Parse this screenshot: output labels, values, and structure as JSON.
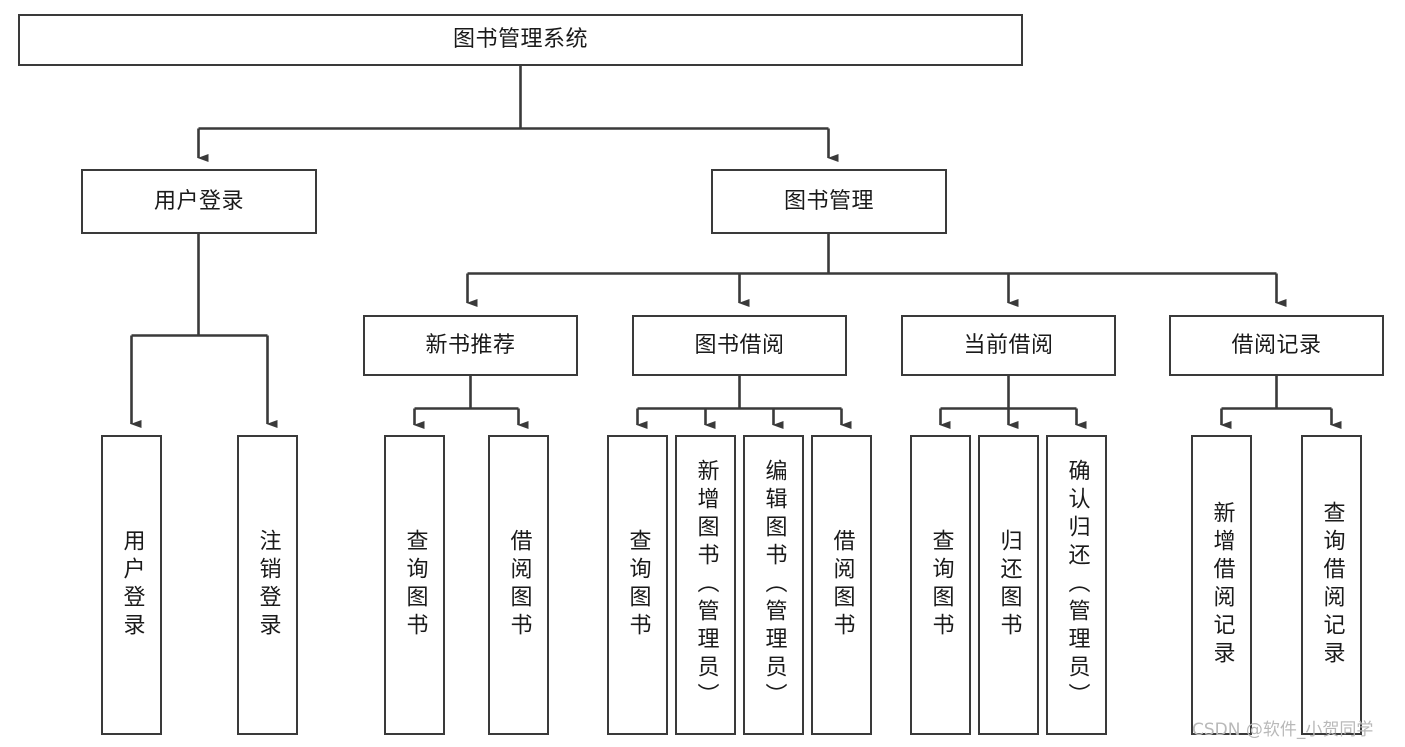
{
  "diagram": {
    "type": "tree",
    "title": "图书管理系统",
    "style": {
      "box_border_color": "#3a3a3a",
      "box_fill": "#ffffff",
      "connector_color": "#3a3a3a",
      "text_color": "#1a1a1a",
      "background": "#ffffff"
    },
    "levels": [
      {
        "level": 1,
        "nodes": [
          {
            "id": "root",
            "label": "图书管理系统",
            "orientation": "horizontal"
          }
        ]
      },
      {
        "level": 2,
        "nodes": [
          {
            "id": "user-login",
            "label": "用户登录",
            "orientation": "horizontal",
            "parent": "root"
          },
          {
            "id": "book-mgmt",
            "label": "图书管理",
            "orientation": "horizontal",
            "parent": "root"
          }
        ]
      },
      {
        "level": 3,
        "nodes": [
          {
            "id": "new-book-rec",
            "label": "新书推荐",
            "orientation": "horizontal",
            "parent": "book-mgmt"
          },
          {
            "id": "book-borrow",
            "label": "图书借阅",
            "orientation": "horizontal",
            "parent": "book-mgmt"
          },
          {
            "id": "current-borrow",
            "label": "当前借阅",
            "orientation": "horizontal",
            "parent": "book-mgmt"
          },
          {
            "id": "borrow-record",
            "label": "借阅记录",
            "orientation": "horizontal",
            "parent": "book-mgmt"
          }
        ]
      },
      {
        "level": 4,
        "nodes": [
          {
            "id": "leaf-user-login",
            "label": "用户登录",
            "orientation": "vertical",
            "parent": "user-login"
          },
          {
            "id": "leaf-logout",
            "label": "注销登录",
            "orientation": "vertical",
            "parent": "user-login"
          },
          {
            "id": "leaf-query-book-1",
            "label": "查询图书",
            "orientation": "vertical",
            "parent": "new-book-rec"
          },
          {
            "id": "leaf-borrow-book-1",
            "label": "借阅图书",
            "orientation": "vertical",
            "parent": "new-book-rec"
          },
          {
            "id": "leaf-query-book-2",
            "label": "查询图书",
            "orientation": "vertical",
            "parent": "book-borrow"
          },
          {
            "id": "leaf-add-book",
            "label": "新增图书（管理员）",
            "orientation": "vertical",
            "parent": "book-borrow"
          },
          {
            "id": "leaf-edit-book",
            "label": "编辑图书（管理员）",
            "orientation": "vertical",
            "parent": "book-borrow"
          },
          {
            "id": "leaf-borrow-book-2",
            "label": "借阅图书",
            "orientation": "vertical",
            "parent": "book-borrow"
          },
          {
            "id": "leaf-query-book-3",
            "label": "查询图书",
            "orientation": "vertical",
            "parent": "current-borrow"
          },
          {
            "id": "leaf-return-book",
            "label": "归还图书",
            "orientation": "vertical",
            "parent": "current-borrow"
          },
          {
            "id": "leaf-confirm-return",
            "label": "确认归还（管理员）",
            "orientation": "vertical",
            "parent": "current-borrow"
          },
          {
            "id": "leaf-add-record",
            "label": "新增借阅记录",
            "orientation": "vertical",
            "parent": "borrow-record"
          },
          {
            "id": "leaf-query-record",
            "label": "查询借阅记录",
            "orientation": "vertical",
            "parent": "borrow-record"
          }
        ]
      }
    ]
  },
  "watermark": {
    "text": "CSDN @软件_小贺同学"
  }
}
